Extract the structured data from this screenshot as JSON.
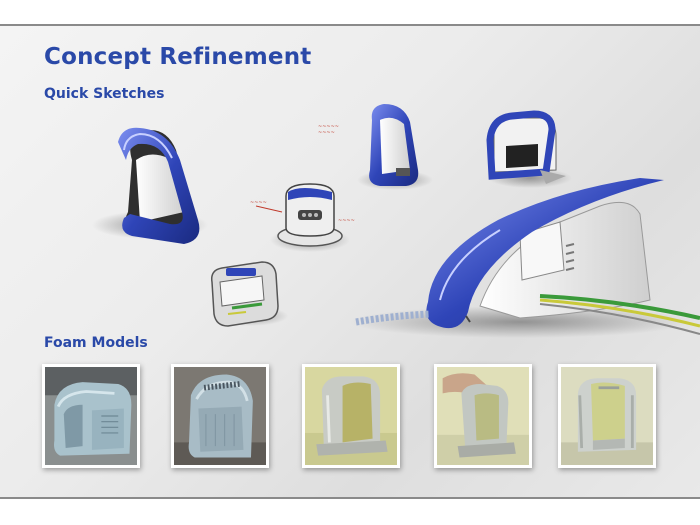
{
  "slide": {
    "title": "Concept Refinement",
    "sketches_heading": "Quick Sketches",
    "foam_heading": "Foam Models"
  },
  "sketches": [
    {
      "name": "sketch-tall-arch",
      "icon": "device-sketch"
    },
    {
      "name": "sketch-round-front",
      "icon": "device-sketch"
    },
    {
      "name": "sketch-tilted-small",
      "icon": "device-sketch"
    },
    {
      "name": "sketch-upright-side",
      "icon": "device-sketch"
    },
    {
      "name": "sketch-box-right",
      "icon": "device-sketch"
    },
    {
      "name": "sketch-large-swoosh",
      "icon": "device-sketch"
    }
  ],
  "foam_models": [
    {
      "name": "foam-model-photo-1"
    },
    {
      "name": "foam-model-photo-2"
    },
    {
      "name": "foam-model-photo-3"
    },
    {
      "name": "foam-model-photo-4"
    },
    {
      "name": "foam-model-photo-5"
    }
  ],
  "colors": {
    "heading": "#2a49a8",
    "sketch_blue": "#2f45b8",
    "annotation_red": "#c0392b"
  }
}
